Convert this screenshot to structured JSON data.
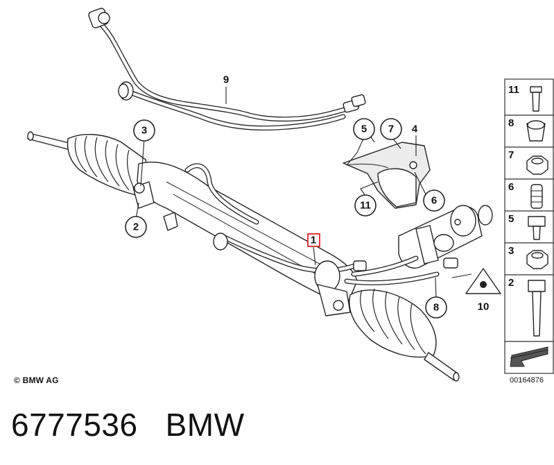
{
  "callouts": [
    {
      "id": "c1",
      "label": "1",
      "style": "box-red"
    },
    {
      "id": "c2",
      "label": "2"
    },
    {
      "id": "c3",
      "label": "3"
    },
    {
      "id": "c4",
      "label": "4",
      "style": "plain"
    },
    {
      "id": "c5",
      "label": "5"
    },
    {
      "id": "c6",
      "label": "6"
    },
    {
      "id": "c7",
      "label": "7"
    },
    {
      "id": "c8",
      "label": "8"
    },
    {
      "id": "c9",
      "label": "9",
      "style": "plain"
    },
    {
      "id": "c10",
      "label": "10",
      "style": "plain"
    },
    {
      "id": "c11",
      "label": "11"
    }
  ],
  "side_panel": {
    "items": [
      "11",
      "8",
      "7",
      "6",
      "5",
      "3",
      "2"
    ]
  },
  "copyright": "© BMW AG",
  "diagram_id": "00164876",
  "footer": {
    "part_number": "6777536",
    "brand": "BMW"
  },
  "colors": {
    "callout_box_1": "#d9262b",
    "line": "#222222",
    "background": "#ffffff"
  }
}
